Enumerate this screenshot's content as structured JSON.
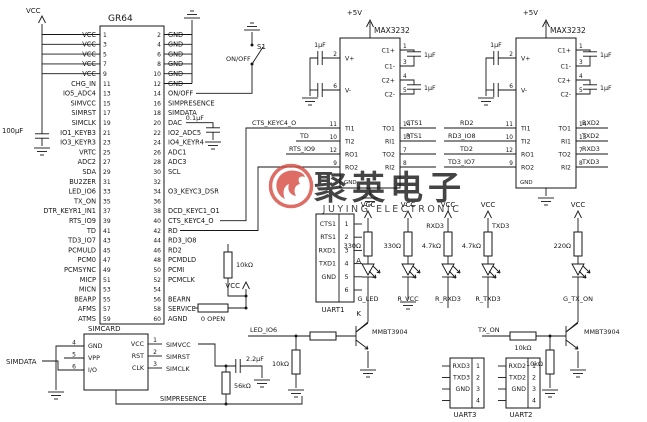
{
  "watermark": {
    "cn": "聚英电子",
    "en": "JUYING ELECTRONIC",
    "color": "#d5493f"
  },
  "power": {
    "vcc": "VCC",
    "p5": "+5V"
  },
  "caps": {
    "c100": "100μF",
    "c01": "0.1μF"
  },
  "switch_s1": {
    "ref": "S1",
    "label": "ON/OFF"
  },
  "gr64": {
    "name": "GR64",
    "rows": [
      {
        "l": "VCC",
        "ln": "1",
        "rn": "2",
        "r": "GND"
      },
      {
        "l": "VCC",
        "ln": "3",
        "rn": "4",
        "r": "GND"
      },
      {
        "l": "VCC",
        "ln": "5",
        "rn": "6",
        "r": "GND"
      },
      {
        "l": "VCC",
        "ln": "7",
        "rn": "8",
        "r": "GND"
      },
      {
        "l": "VCC",
        "ln": "9",
        "rn": "10",
        "r": "GND"
      },
      {
        "l": "CHG_IN",
        "ln": "11",
        "rn": "12",
        "r": "GND"
      },
      {
        "l": "IO5_ADC4",
        "ln": "13",
        "rn": "14",
        "r": "ON/OFF"
      },
      {
        "l": "SIMVCC",
        "ln": "15",
        "rn": "16",
        "r": "SIMPRESENCE"
      },
      {
        "l": "SIMRST",
        "ln": "17",
        "rn": "18",
        "r": "SIMDATA"
      },
      {
        "l": "SIMCLK",
        "ln": "19",
        "rn": "20",
        "r": "DAC"
      },
      {
        "l": "IO1_KEYB3",
        "ln": "21",
        "rn": "22",
        "r": "IO2_ADC5"
      },
      {
        "l": "IO3_KEYR3",
        "ln": "23",
        "rn": "24",
        "r": "IO4_KEYR4"
      },
      {
        "l": "VRTC",
        "ln": "25",
        "rn": "26",
        "r": "ADC1"
      },
      {
        "l": "ADC2",
        "ln": "27",
        "rn": "28",
        "r": "ADC3"
      },
      {
        "l": "SDA",
        "ln": "29",
        "rn": "30",
        "r": "SCL"
      },
      {
        "l": "BU2ZER",
        "ln": "31",
        "rn": "32",
        "r": ""
      },
      {
        "l": "LED_IO6",
        "ln": "33",
        "rn": "34",
        "r": "O3_KEYC3_DSR"
      },
      {
        "l": "TX_ON",
        "ln": "35",
        "rn": "36",
        "r": ""
      },
      {
        "l": "DTR_KEYR1_IN1",
        "ln": "37",
        "rn": "38",
        "r": "DCD_KEYC1_O1"
      },
      {
        "l": "RTS_IO9",
        "ln": "39",
        "rn": "40",
        "r": "CTS_KEYC4_O"
      },
      {
        "l": "TD",
        "ln": "41",
        "rn": "42",
        "r": "RD"
      },
      {
        "l": "TD3_IO7",
        "ln": "43",
        "rn": "44",
        "r": "RD3_IO8"
      },
      {
        "l": "PCMULD",
        "ln": "45",
        "rn": "46",
        "r": "RD2"
      },
      {
        "l": "PCM0",
        "ln": "47",
        "rn": "48",
        "r": "PCMDLD"
      },
      {
        "l": "PCMSYNC",
        "ln": "49",
        "rn": "50",
        "r": "PCMI"
      },
      {
        "l": "MICP",
        "ln": "51",
        "rn": "52",
        "r": "PCMCLK"
      },
      {
        "l": "MICN",
        "ln": "53",
        "rn": "54",
        "r": ""
      },
      {
        "l": "BEARP",
        "ln": "55",
        "rn": "56",
        "r": "BEARN"
      },
      {
        "l": "AFMS",
        "ln": "57",
        "rn": "58",
        "r": "SERVICE"
      },
      {
        "l": "ATMS",
        "ln": "59",
        "rn": "60",
        "r": "AGND"
      }
    ]
  },
  "max": {
    "name": "MAX3232",
    "cap": "1μF",
    "gnd_label": "GND",
    "inner_left": [
      "V+",
      "V-",
      "TI1",
      "TI2",
      "RO1",
      "RO2"
    ],
    "inner_right": [
      "C1+",
      "C1-",
      "C2+",
      "C2-",
      "TO1",
      "RI1",
      "TO2",
      "RI2"
    ],
    "left_chip": {
      "left_nums": [
        "2",
        "6",
        "11",
        "10",
        "12",
        "9"
      ],
      "right_nums": [
        "1",
        "3",
        "4",
        "5",
        "14",
        "13",
        "7",
        "8"
      ],
      "left_wires": [
        "CTS_KEYC4_O",
        "TD",
        "RTS_IO9",
        ""
      ],
      "right_wires": [
        "CTS1",
        "RTS1",
        "",
        ""
      ]
    },
    "right_chip": {
      "left_nums": [
        "2",
        "6",
        "11",
        "10",
        "12",
        "9"
      ],
      "right_nums": [
        "1",
        "3",
        "4",
        "5",
        "14",
        "13",
        "7",
        "8"
      ],
      "left_wires": [
        "RD2",
        "RD3_IO8",
        "TD2",
        "TD3_IO7"
      ],
      "right_wires": [
        "RXD2",
        "TXD2",
        "RXD3",
        "TXD3"
      ]
    }
  },
  "mid": {
    "r10k": "10kΩ",
    "r0": "0 OPEN",
    "vcc": "VCC"
  },
  "leds": {
    "vcc": "VCC",
    "anode": "A",
    "cathode": "K",
    "net_rxd3": "RXD3",
    "net_txd3": "TXD3",
    "cols": [
      {
        "r": "330Ω",
        "name": "G_LED"
      },
      {
        "r": "330Ω",
        "name": "R_VCC"
      },
      {
        "r": "4.7kΩ",
        "name": "R_RXD3"
      },
      {
        "r": "4.7kΩ",
        "name": "R_TXD3"
      },
      {
        "r": "220Ω",
        "name": "G_TX_ON"
      }
    ]
  },
  "q1": {
    "net": "LED_IO6",
    "part": "MMBT3904",
    "rpull": "10kΩ"
  },
  "q2": {
    "net": "TX_ON",
    "part": "MMBT3904",
    "rser": "10kΩ",
    "rpull": "10kΩ"
  },
  "uart1": {
    "title": "UART1",
    "nums": [
      "1",
      "2",
      "3",
      "4",
      "5",
      "6"
    ],
    "labels": [
      "CTS1",
      "RTS1",
      "RXD1",
      "TXD1",
      "GND",
      ""
    ]
  },
  "uart3": {
    "title": "UART3",
    "nums": [
      "1",
      "2",
      "3",
      "4"
    ],
    "labels": [
      "RXD3",
      "TXD3",
      "GND",
      ""
    ]
  },
  "uart2": {
    "title": "UART2",
    "nums": [
      "1",
      "2",
      "3",
      "4"
    ],
    "labels": [
      "RXD2",
      "TXD2",
      "GND",
      ""
    ]
  },
  "sim": {
    "title": "SIMCARD",
    "left": [
      {
        "n": "4",
        "label": "GND"
      },
      {
        "n": "5",
        "label": "VPP"
      },
      {
        "n": "6",
        "label": "I/O"
      }
    ],
    "right": [
      {
        "n": "1",
        "label": "VCC",
        "wire": "SIMVCC"
      },
      {
        "n": "2",
        "label": "RST",
        "wire": "SIMRST"
      },
      {
        "n": "3",
        "label": "CLK",
        "wire": "SIMCLK"
      }
    ],
    "simdata": "SIMDATA",
    "simpresence": "SIMPRESENCE",
    "r56": "56kΩ",
    "c22": "2.2μF"
  }
}
